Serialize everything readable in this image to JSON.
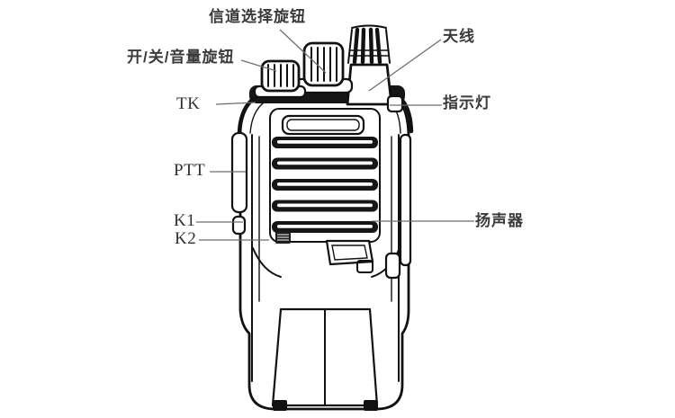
{
  "figure": {
    "labels": {
      "channel_selector_knob": "信道选择旋钮",
      "power_volume_knob": "开/关/音量旋钮",
      "antenna": "天线",
      "indicator_light": "指示灯",
      "tk": "TK",
      "ptt": "PTT",
      "k1": "K1",
      "k2": "K2",
      "speaker": "扬声器"
    },
    "colors": {
      "background": "#ffffff",
      "line_art": "#111111",
      "leader_line": "#6e6e6e",
      "label_text": "#3a3a3a"
    }
  }
}
